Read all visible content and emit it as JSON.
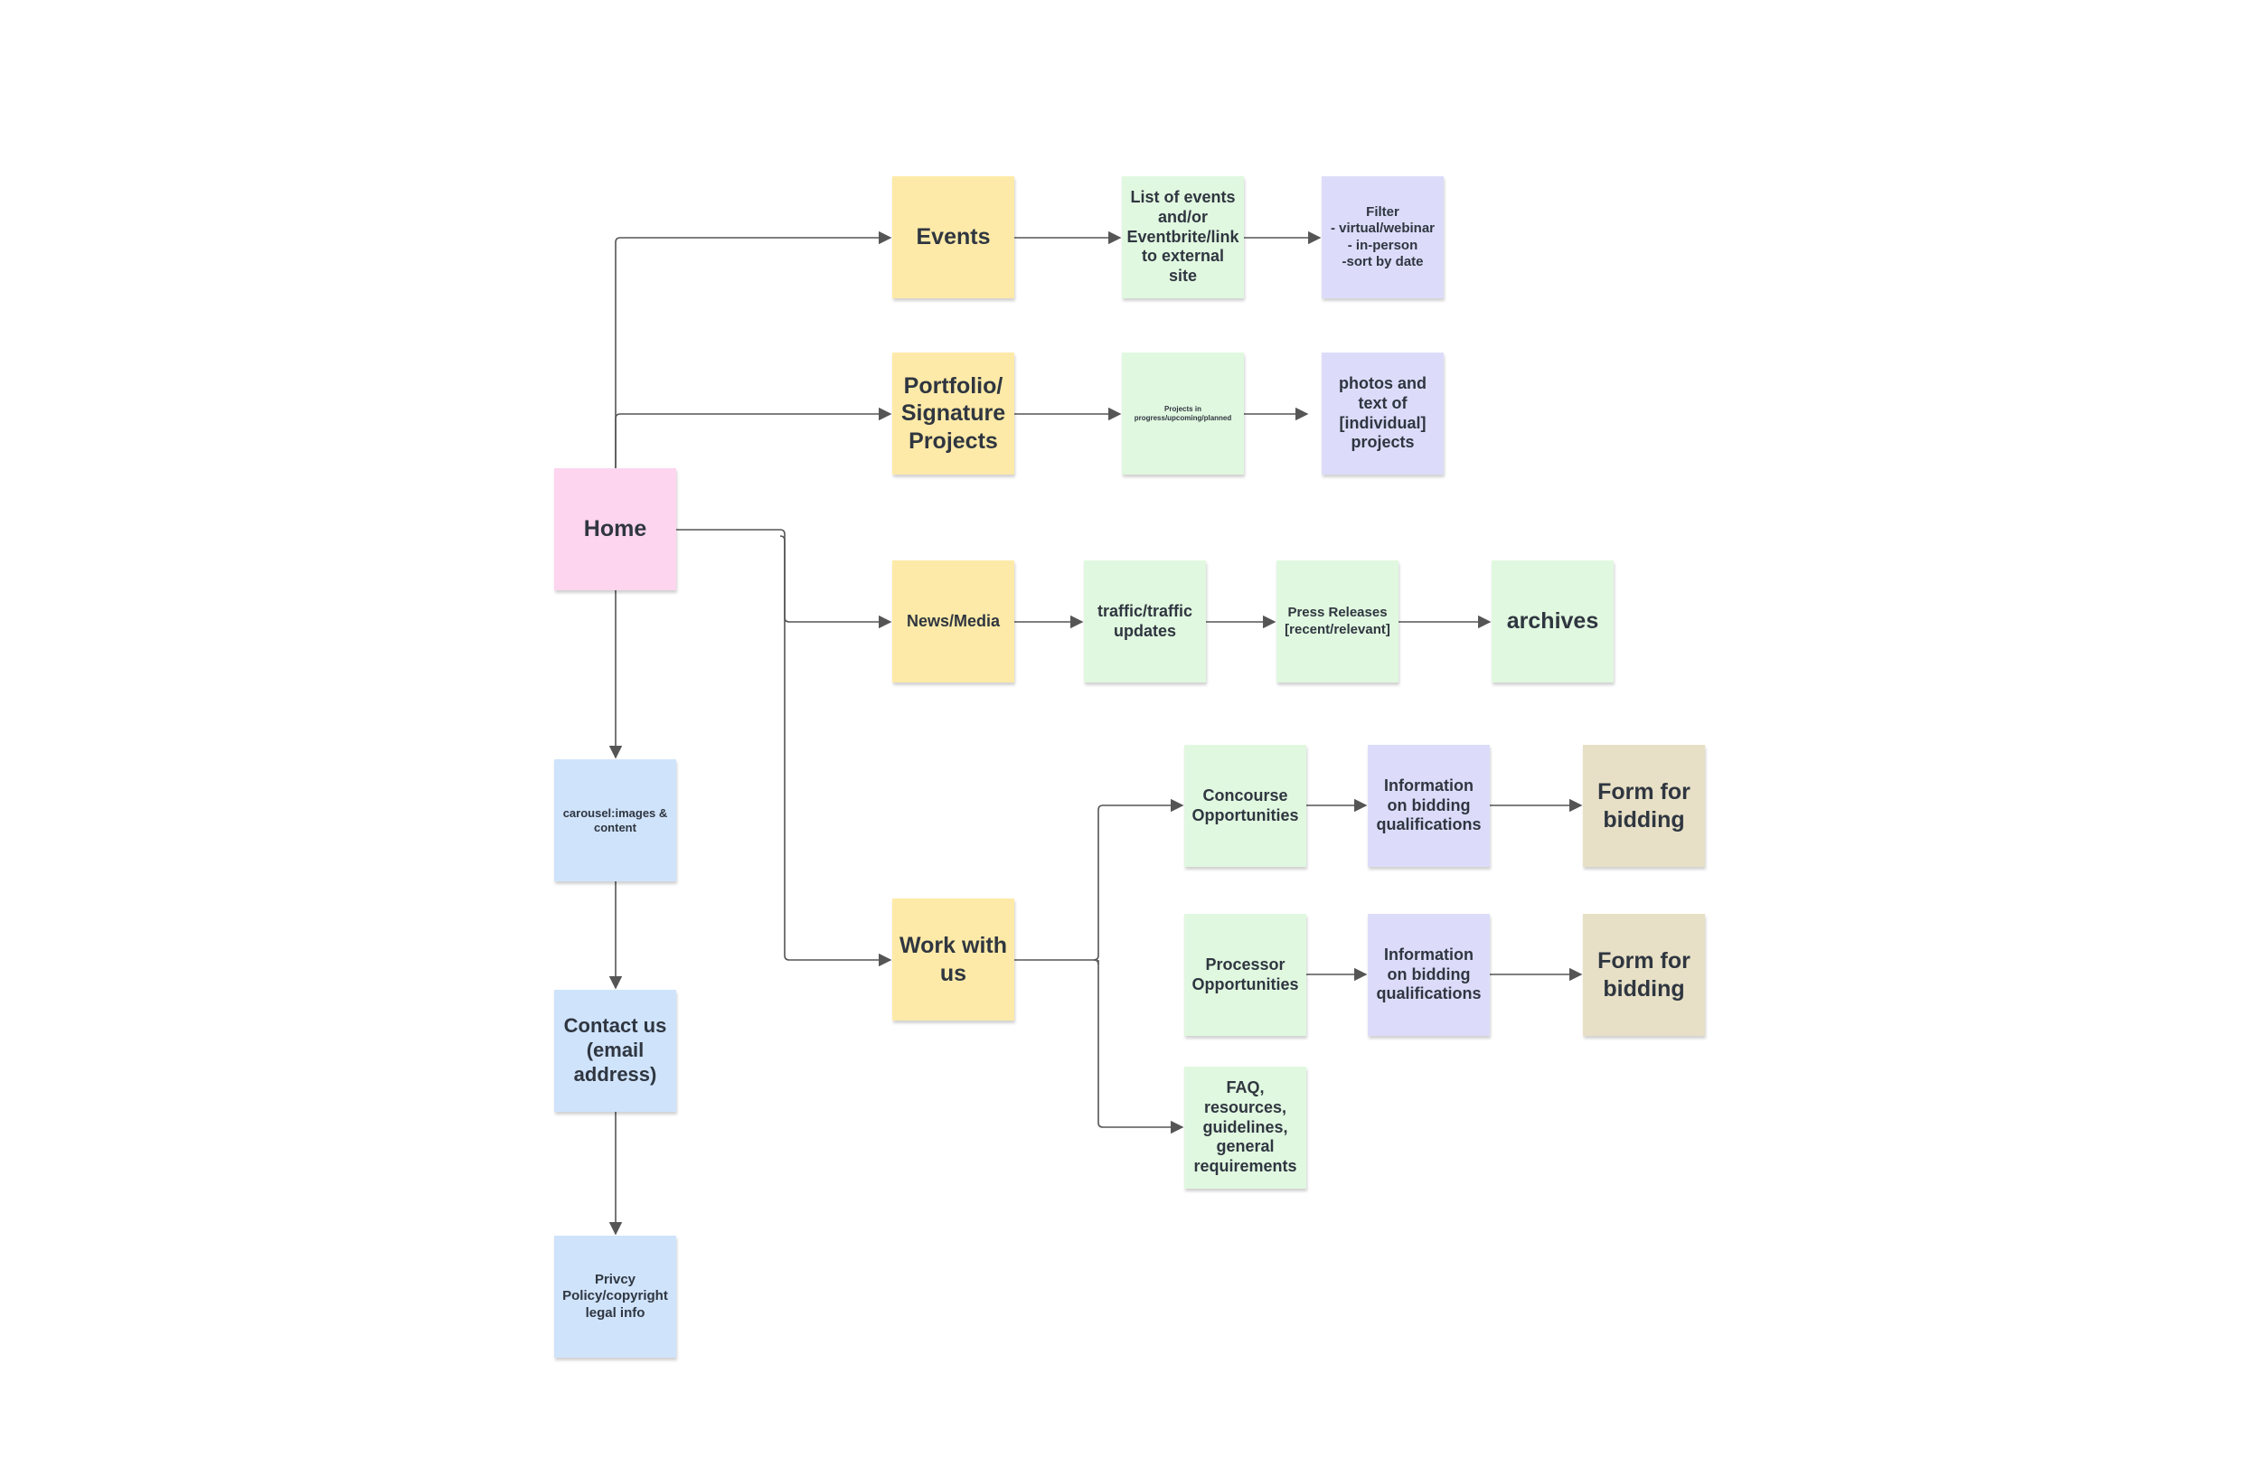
{
  "diagram": {
    "colors": {
      "pink": "#fdd5ef",
      "yellow": "#feeaa8",
      "green": "#e1f8e0",
      "purple": "#dcdcfa",
      "blue": "#cfe3fb",
      "tan": "#e7e0c6",
      "connector": "#555555"
    },
    "nodes": {
      "home": "Home",
      "events": "Events",
      "events_list": "List of events and/or Eventbrite/link to external site",
      "events_filter": "Filter\n- virtual/webinar\n- in-person\n-sort by date",
      "portfolio": "Portfolio/ Signature Projects",
      "portfolio_projects": "Projects in progress/upcoming/planned",
      "portfolio_photos": "photos and text of [individual] projects",
      "news": "News/Media",
      "news_traffic": "traffic/traffic updates",
      "news_press": "Press Releases [recent/relevant]",
      "news_archives": "archives",
      "work": "Work with us",
      "work_concourse": "Concourse Opportunities",
      "work_concourse_info": "Information on bidding qualifications",
      "work_concourse_form": "Form for bidding",
      "work_processor": "Processor Opportunities",
      "work_processor_info": "Information on bidding qualifications",
      "work_processor_form": "Form for bidding",
      "work_faq": "FAQ, resources, guidelines, general requirements",
      "carousel": "carousel:images & content",
      "contact": "Contact us (email address)",
      "privacy": "Privcy Policy/copyright legal info"
    },
    "edges": [
      [
        "home",
        "events"
      ],
      [
        "home",
        "portfolio"
      ],
      [
        "home",
        "news"
      ],
      [
        "home",
        "work"
      ],
      [
        "home",
        "carousel"
      ],
      [
        "carousel",
        "contact"
      ],
      [
        "contact",
        "privacy"
      ],
      [
        "events",
        "events_list"
      ],
      [
        "events_list",
        "events_filter"
      ],
      [
        "portfolio",
        "portfolio_projects"
      ],
      [
        "portfolio_projects",
        "portfolio_photos"
      ],
      [
        "news",
        "news_traffic"
      ],
      [
        "news_traffic",
        "news_press"
      ],
      [
        "news_press",
        "news_archives"
      ],
      [
        "work",
        "work_concourse"
      ],
      [
        "work",
        "work_processor"
      ],
      [
        "work",
        "work_faq"
      ],
      [
        "work_concourse",
        "work_concourse_info"
      ],
      [
        "work_concourse_info",
        "work_concourse_form"
      ],
      [
        "work_processor",
        "work_processor_info"
      ],
      [
        "work_processor_info",
        "work_processor_form"
      ]
    ]
  }
}
